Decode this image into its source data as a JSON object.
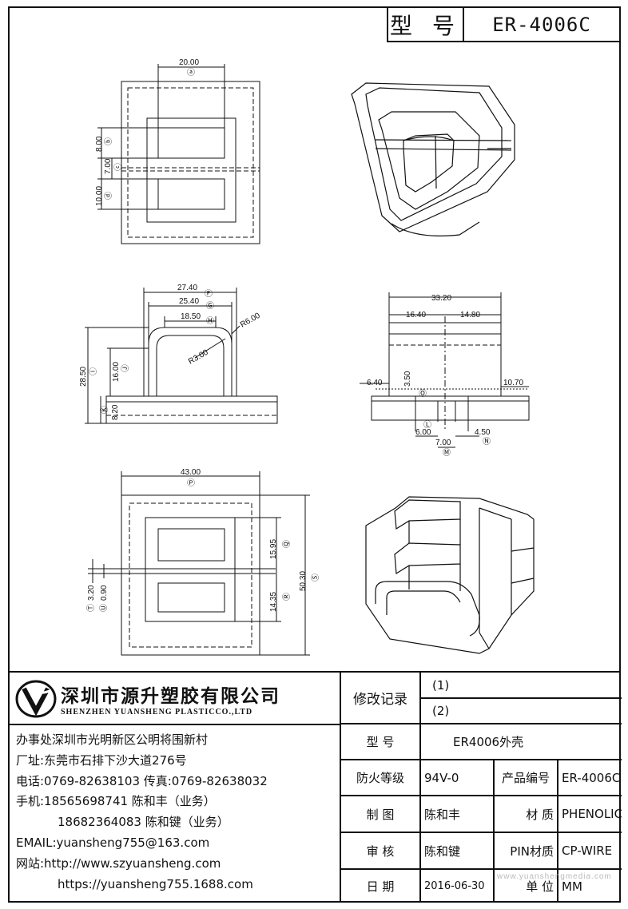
{
  "header": {
    "label": "型 号",
    "model": "ER-4006C"
  },
  "dims": {
    "top_view": {
      "width": "20.00",
      "win_h": "8.00",
      "gap": "7.00",
      "win_h2": "10.00",
      "w_mark": "ⓐ",
      "h1_mark": "ⓑ",
      "gap_mark": "ⓒ",
      "h2_mark": "ⓓ"
    },
    "side_view": {
      "w1": "27.40",
      "w1_mark": "Ⓕ",
      "w2": "25.40",
      "w2_mark": "Ⓖ",
      "w3": "18.50",
      "w3_mark": "Ⓗ",
      "r1": "R6.00",
      "r2": "R3.00",
      "h_total": "28.50",
      "h_total_mark": "Ⓘ",
      "h_mid": "16.00",
      "h_mid_mark": "Ⓙ",
      "h_base": "8.20",
      "h_base_mark": "Ⓚ"
    },
    "front_view": {
      "total": "33.20",
      "left": "16.40",
      "right": "14.80",
      "a": "6.40",
      "b": "3.50",
      "c": "10.70",
      "d": "6.00",
      "e": "7.00",
      "f": "4.50",
      "d_mark": "Ⓛ",
      "e_mark": "Ⓜ",
      "f_mark": "Ⓝ",
      "b_mark": "Ⓞ"
    },
    "bottom_view": {
      "width": "43.00",
      "width_mark": "Ⓟ",
      "h1": "15.95",
      "h1_mark": "Ⓠ",
      "h2": "14.35",
      "h2_mark": "Ⓡ",
      "h_total": "50.30",
      "h_total_mark": "Ⓢ",
      "s1": "3.20",
      "s1_mark": "Ⓣ",
      "s2": "0.90",
      "s2_mark": "Ⓤ"
    }
  },
  "company": {
    "name_cn": "深圳市源升塑胶有限公司",
    "name_en": "SHENZHEN YUANSHENG PLASTICCO.,LTD",
    "office": "办事处深圳市光明新区公明将围新村",
    "factory": "厂址:东莞市石排下沙大道276号",
    "phone": "电话:0769-82638103 传真:0769-82638032",
    "mobile1": "手机:18565698741 陈和丰（业务）",
    "mobile2": "18682364083 陈和键（业务）",
    "email": "EMAIL:yuansheng755@163.com",
    "web1": "网站:http://www.szyuansheng.com",
    "web2": "https://yuansheng755.1688.com"
  },
  "info": {
    "revision_label": "修改记录",
    "rev1": "(1)",
    "rev2": "(2)",
    "model_label": "型 号",
    "model_value": "ER4006外壳",
    "fire_label": "防火等级",
    "fire_value": "94V-0",
    "product_no_label": "产品编号",
    "product_no_value": "ER-4006C",
    "drawn_label": "制 图",
    "drawn_value": "陈和丰",
    "material_label": "材 质",
    "material_value": "PHENOLIC",
    "review_label": "审 核",
    "review_value": "陈和键",
    "pin_label": "PIN材质",
    "pin_value": "CP-WIRE",
    "date_label": "日 期",
    "date_value": "2016-06-30",
    "unit_label": "单 位",
    "unit_value": "MM"
  },
  "watermark": "www.yuanshengmedia.com"
}
